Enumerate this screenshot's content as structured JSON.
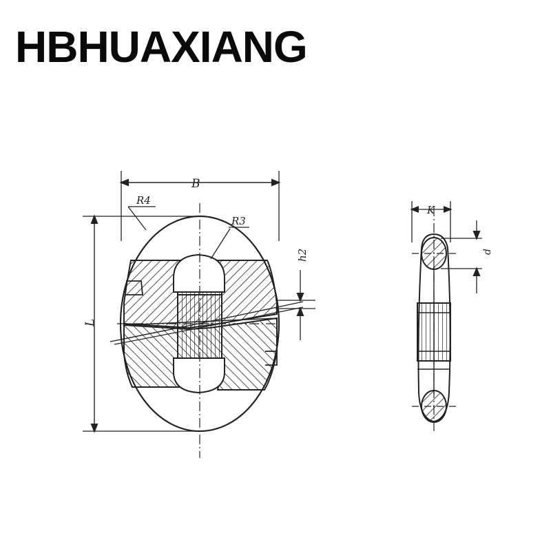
{
  "brand": {
    "name": "HBHUAXIANG"
  },
  "diagram": {
    "labels": {
      "width": "B",
      "length": "L",
      "radius_outer": "R4",
      "radius_inner": "R3",
      "offset": "h2",
      "side_width": "K",
      "wire_diameter": "d"
    }
  },
  "colors": {
    "ink": "#222222",
    "background": "#ffffff"
  }
}
